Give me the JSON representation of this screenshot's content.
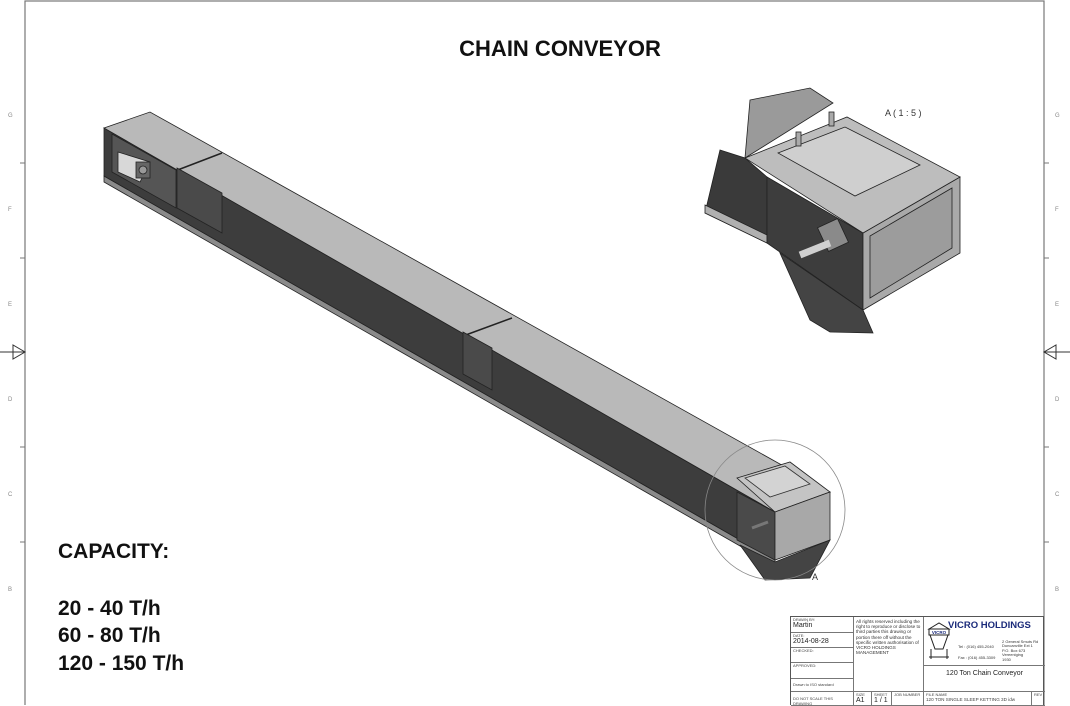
{
  "drawing": {
    "title": "CHAIN CONVEYOR",
    "detail_label": "A ( 1 : 5 )",
    "detail_callout": "A",
    "zone_letters": [
      "G",
      "F",
      "E",
      "D",
      "C",
      "B"
    ]
  },
  "capacity": {
    "heading": "CAPACITY:",
    "ranges": [
      "20 - 40 T/h",
      "60 - 80 T/h",
      "120 - 150 T/h"
    ]
  },
  "title_block": {
    "drawn_by_label": "DRAWN BY:",
    "drawn_by": "Martin",
    "date_label": "DATE:",
    "date": "2014-08-28",
    "checked_label": "CHECKED:",
    "approved_label": "APPROVED:",
    "standard": "Drawn to ISO standard",
    "no_scale": "DO NOT SCALE THIS DRAWING",
    "rights": "All rights reserved including the right to reproduce or disclose to third parties this drawing or portion there off without the specific written authorisation of VICRO HOLDINGS MANAGEMENT",
    "company": "VICRO HOLDINGS",
    "logo_text": "VICRO",
    "tel": "Tel : (016) 455-2040",
    "fax": "Fax : (016) 455-3309",
    "address": [
      "2 General Smuts Rd",
      "Duncanville Ext 1",
      "P.O. Box 673",
      "Vereeniging",
      "1930"
    ],
    "drawing_title": "120 Ton Chain Conveyor",
    "size_label": "SIZE",
    "size": "A1",
    "sheet_label": "SHEET",
    "sheet": "1 / 1",
    "job_label": "JOB NUMBER",
    "file_label": "FILE NAME",
    "file_name": "120 TON SINGLE SLEEP KETTING 3D idw",
    "rev_label": "REV"
  },
  "colors": {
    "steel_light": "#b9b9b9",
    "steel_dark": "#3d3d3d",
    "line": "#555555",
    "brand_blue": "#1a2a7a"
  }
}
